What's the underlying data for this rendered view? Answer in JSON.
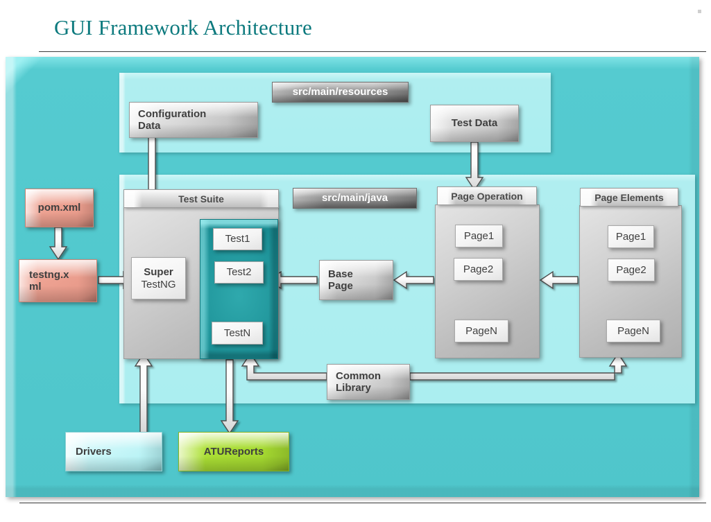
{
  "slide": {
    "title": "GUI Framework Architecture"
  },
  "colors": {
    "title_teal": "#0d7a7e",
    "canvas_teal": "#55cbd0",
    "panel_cyan": "#b0eef0",
    "tests_teal": "#1b8f95",
    "salmon": "#eda191",
    "green": "#a9dd34",
    "gray_box": "#cfcfcf",
    "tag_gray": "#8a8a8a",
    "arrow_fill": "#f2f2f2",
    "arrow_stroke": "#4d4d4d"
  },
  "tags": {
    "resources": "src/main/resources",
    "java": "src/main/java"
  },
  "top_section": {
    "configuration_data": "Configuration\nData",
    "configuration_data_line1": "Configuration",
    "configuration_data_line2": "Data",
    "test_data": "Test Data"
  },
  "left_column": {
    "pom": "pom.xml",
    "testng_line1": "testng.x",
    "testng_line2": "ml"
  },
  "test_suite": {
    "header": "Test Suite",
    "super_testng_bold": "Super",
    "super_testng_regular": "TestNG",
    "tests": [
      {
        "label": "Test1"
      },
      {
        "label": "Test2"
      },
      {
        "label": "TestN"
      }
    ]
  },
  "base_page": {
    "line1": "Base",
    "line2": "Page"
  },
  "page_operation": {
    "header": "Page Operation",
    "items": [
      {
        "label": "Page1"
      },
      {
        "label": "Page2"
      },
      {
        "label": "PageN"
      }
    ]
  },
  "page_elements": {
    "header": "Page Elements",
    "items": [
      {
        "label": "Page1"
      },
      {
        "label": "Page2"
      },
      {
        "label": "PageN"
      }
    ]
  },
  "common_library": {
    "line1": "Common",
    "line2": "Library"
  },
  "bottom_section": {
    "drivers": "Drivers",
    "atureports": "ATUReports"
  }
}
